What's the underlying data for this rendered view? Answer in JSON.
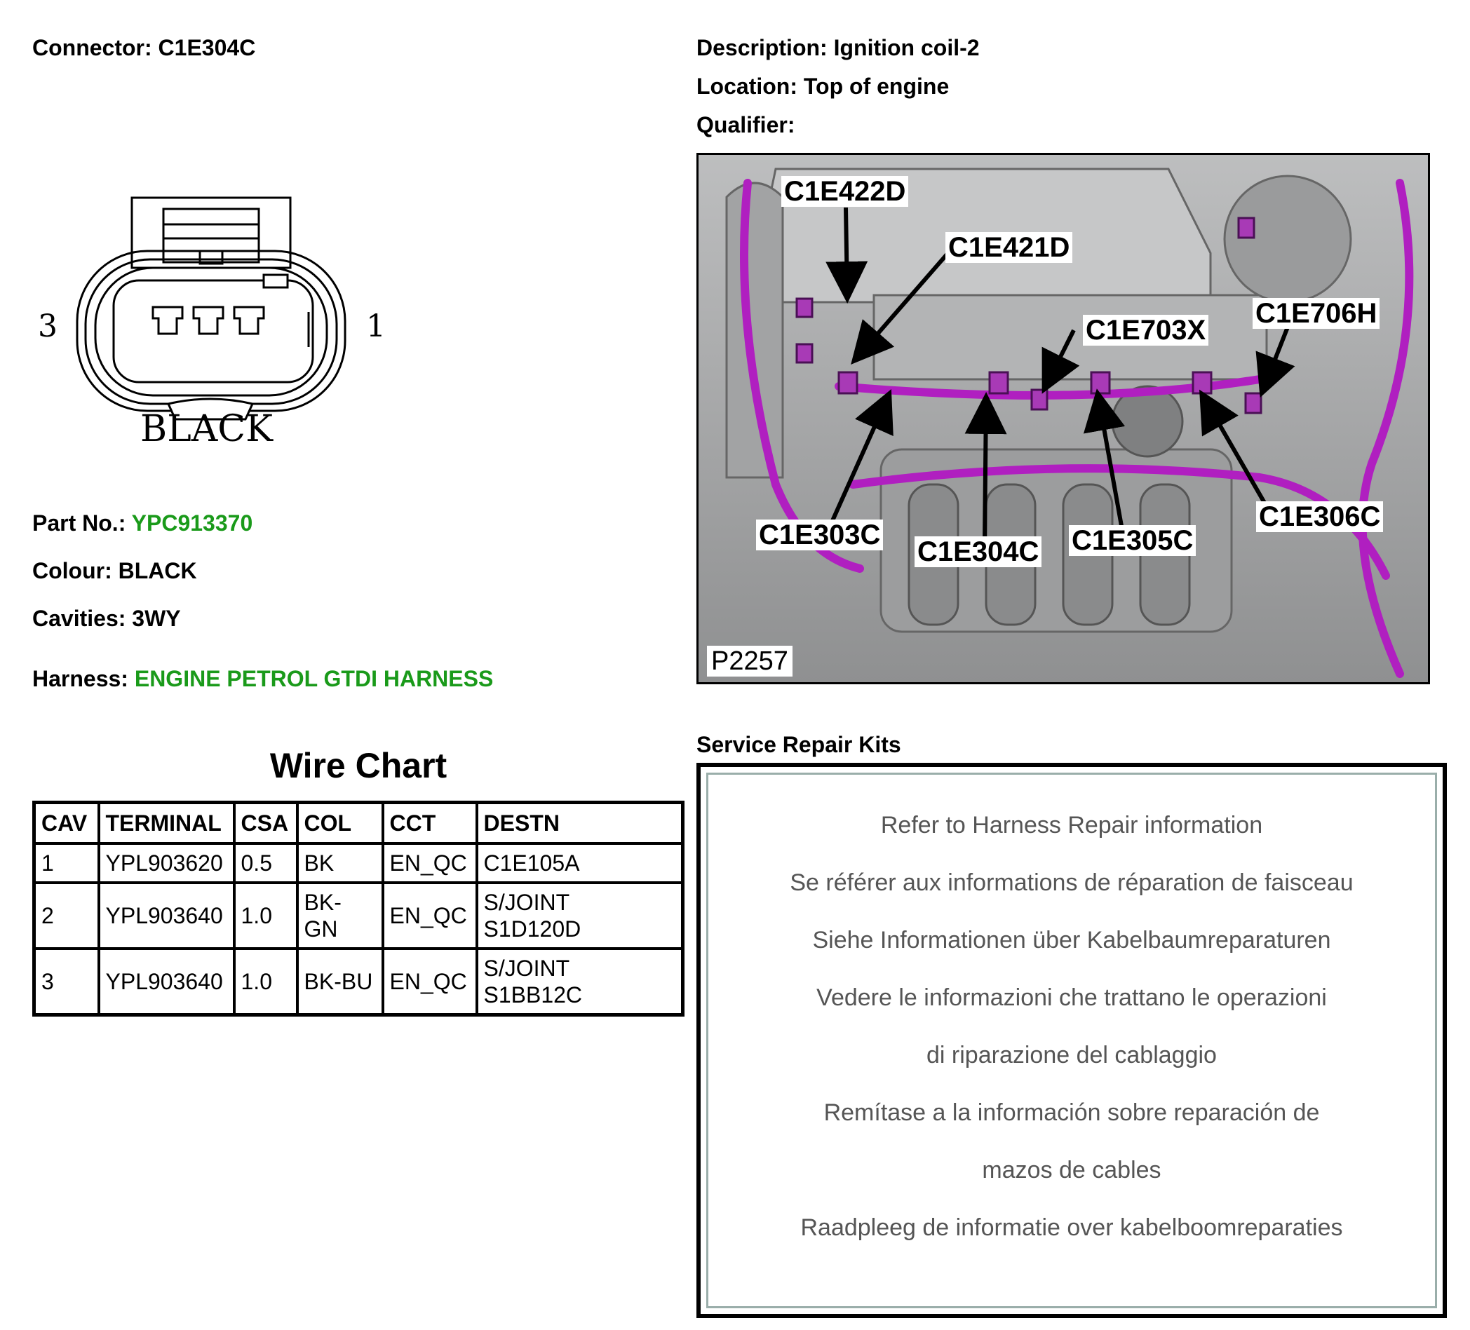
{
  "connector": {
    "label": "Connector:",
    "value": "C1E304C",
    "pin_left": "3",
    "pin_right": "1",
    "color_caption": "BLACK"
  },
  "details": {
    "description_label": "Description:",
    "description_value": "Ignition coil-2",
    "location_label": "Location:",
    "location_value": "Top of engine",
    "qualifier_label": "Qualifier:"
  },
  "specs": {
    "part_no_label": "Part No.:",
    "part_no_value": "YPC913370",
    "colour_label": "Colour:",
    "colour_value": "BLACK",
    "cavities_label": "Cavities:",
    "cavities_value": "3WY",
    "harness_label": "Harness:",
    "harness_value": "ENGINE PETROL GTDI HARNESS",
    "link_color": "#1a9a1a"
  },
  "wire_chart": {
    "title": "Wire Chart",
    "headers": [
      "CAV",
      "TERMINAL",
      "CSA",
      "COL",
      "CCT",
      "DESTN"
    ],
    "rows": [
      {
        "cav": "1",
        "terminal": "YPL903620",
        "csa": "0.5",
        "col_line1": "BK",
        "col_line2": "",
        "cct": "EN_QC",
        "destn_line1": "C1E105A",
        "destn_line2": ""
      },
      {
        "cav": "2",
        "terminal": "YPL903640",
        "csa": "1.0",
        "col_line1": "BK-",
        "col_line2": "GN",
        "cct": "EN_QC",
        "destn_line1": "S/JOINT",
        "destn_line2": "S1D120D"
      },
      {
        "cav": "3",
        "terminal": "YPL903640",
        "csa": "1.0",
        "col_line1": "BK-BU",
        "col_line2": "",
        "cct": "EN_QC",
        "destn_line1": "S/JOINT",
        "destn_line2": "S1BB12C"
      }
    ]
  },
  "engine_figure": {
    "callouts": [
      "C1E422D",
      "C1E421D",
      "C1E703X",
      "C1E706H",
      "C1E303C",
      "C1E304C",
      "C1E305C",
      "C1E306C"
    ],
    "figure_code": "P2257",
    "harness_color": "#b01fc0"
  },
  "repair_kits": {
    "title": "Service Repair Kits",
    "lines": [
      "Refer to Harness Repair information",
      "Se référer aux informations de réparation de faisceau",
      "Siehe Informationen über Kabelbaumreparaturen",
      "Vedere le informazioni che trattano le operazioni",
      "di riparazione del cablaggio",
      "Remítase a la información sobre reparación de",
      "mazos de cables",
      "Raadpleeg de informatie over kabelboomreparaties"
    ]
  }
}
